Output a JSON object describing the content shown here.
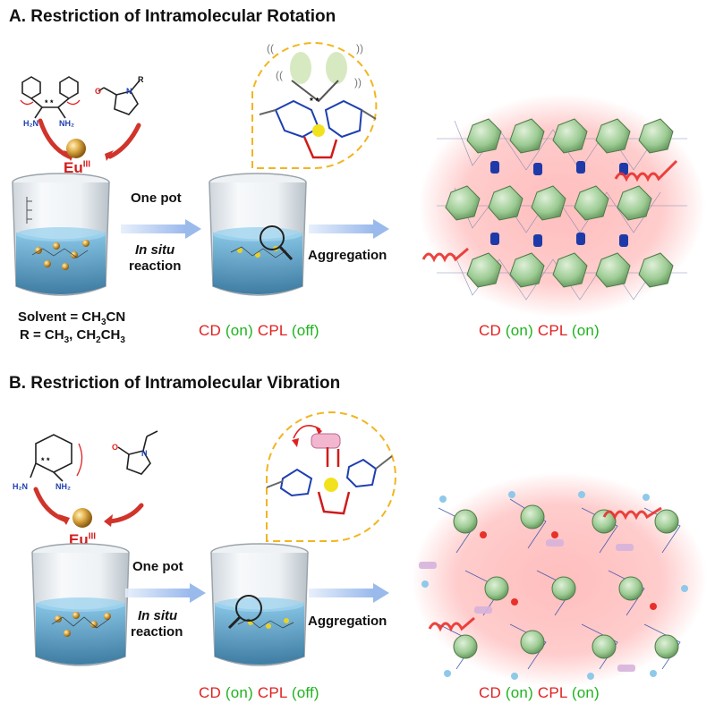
{
  "section_a": {
    "title": "A. Restriction of Intramolecular Rotation",
    "metal_label": "Eu",
    "metal_sup": "III",
    "step1_top": "One pot",
    "step1_mid": "In situ",
    "step1_bot": "reaction",
    "step2": "Aggregation",
    "solvent_prefix": "Solvent = CH",
    "solvent_sub": "3",
    "solvent_suffix": "CN",
    "r_prefix": "R = CH",
    "r_sub1": "3",
    "r_mid": ", CH",
    "r_sub2": "2",
    "r_mid2": "CH",
    "r_sub3": "3",
    "amine_label_1": "H₂N",
    "amine_label_2": "NH₂",
    "aldehyde_O": "O",
    "aldehyde_N": "N",
    "aldehyde_R": "R",
    "status_left": {
      "cd": "CD",
      "cd_state": "(on)",
      "cpl": "CPL",
      "cpl_state": "(off)"
    },
    "status_right": {
      "cd": "CD",
      "cd_state": "(on)",
      "cpl": "CPL",
      "cpl_state": "(on)"
    }
  },
  "section_b": {
    "title": "B. Restriction of Intramolecular Vibration",
    "metal_label": "Eu",
    "metal_sup": "III",
    "step1_top": "One pot",
    "step1_mid": "In situ",
    "step1_bot": "reaction",
    "step2": "Aggregation",
    "amine_label_1": "H₂N",
    "amine_label_2": "NH₂",
    "aldehyde_O": "O",
    "aldehyde_N": "N",
    "status_left": {
      "cd": "CD",
      "cd_state": "(on)",
      "cpl": "CPL",
      "cpl_state": "(off)"
    },
    "status_right": {
      "cd": "CD",
      "cd_state": "(on)",
      "cpl": "CPL",
      "cpl_state": "(on)"
    }
  },
  "colors": {
    "red_text": "#e02020",
    "green_text": "#1fb41f",
    "arrow_blue": "#a9c4ef",
    "dashed_outline": "#f2b51f",
    "glow_red": "#ff6b6b",
    "polyhedron_green": "#a9cfa0",
    "liquid_blue": "#3f8fb8",
    "gold_sphere": "#d9a43a"
  }
}
